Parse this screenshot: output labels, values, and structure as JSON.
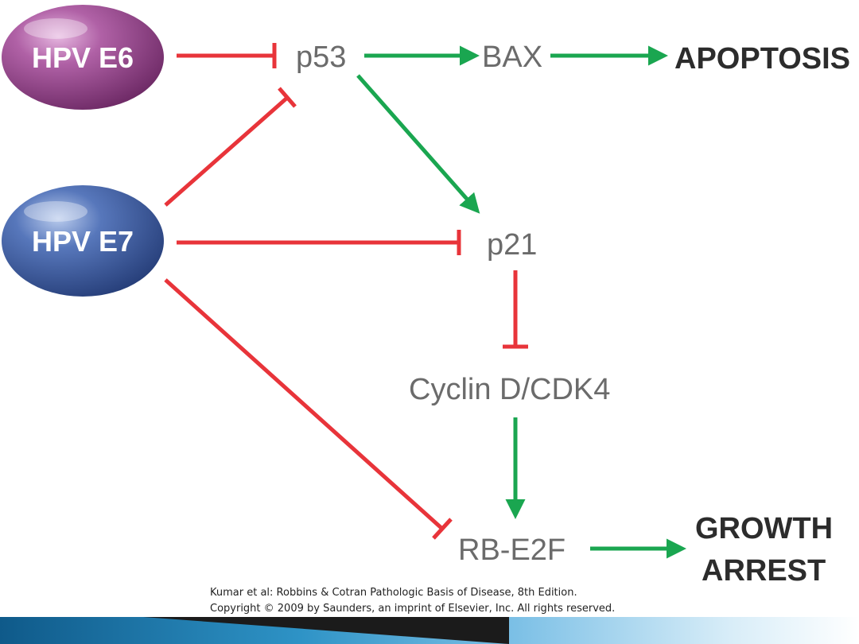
{
  "nodes": {
    "hpv_e6": "HPV E6",
    "hpv_e7": "HPV E7",
    "p53": "p53",
    "bax": "BAX",
    "apoptosis": "APOPTOSIS",
    "p21": "p21",
    "cyclin": "Cyclin D/CDK4",
    "rb_e2f": "RB-E2F",
    "growth": "GROWTH",
    "arrest": "ARREST"
  },
  "credit": {
    "line1": "Kumar et al: Robbins & Cotran Pathologic Basis of Disease, 8th Edition.",
    "line2": "Copyright © 2009 by Saunders, an imprint of Elsevier, Inc. All rights reserved."
  },
  "colors": {
    "inhibit": "#e8343a",
    "activate": "#1aa650",
    "e6": "#9c4a93",
    "e7": "#3f5fa3"
  },
  "edges": [
    {
      "from": "hpv_e6",
      "to": "p53",
      "type": "inhibit"
    },
    {
      "from": "p53",
      "to": "bax",
      "type": "activate"
    },
    {
      "from": "bax",
      "to": "apoptosis",
      "type": "activate"
    },
    {
      "from": "hpv_e7",
      "to": "p53",
      "type": "inhibit"
    },
    {
      "from": "p53",
      "to": "p21",
      "type": "activate"
    },
    {
      "from": "hpv_e7",
      "to": "p21",
      "type": "inhibit"
    },
    {
      "from": "p21",
      "to": "cyclin",
      "type": "inhibit"
    },
    {
      "from": "cyclin",
      "to": "rb_e2f",
      "type": "activate"
    },
    {
      "from": "hpv_e7",
      "to": "rb_e2f",
      "type": "inhibit"
    },
    {
      "from": "rb_e2f",
      "to": "growth_arrest",
      "type": "activate"
    }
  ]
}
